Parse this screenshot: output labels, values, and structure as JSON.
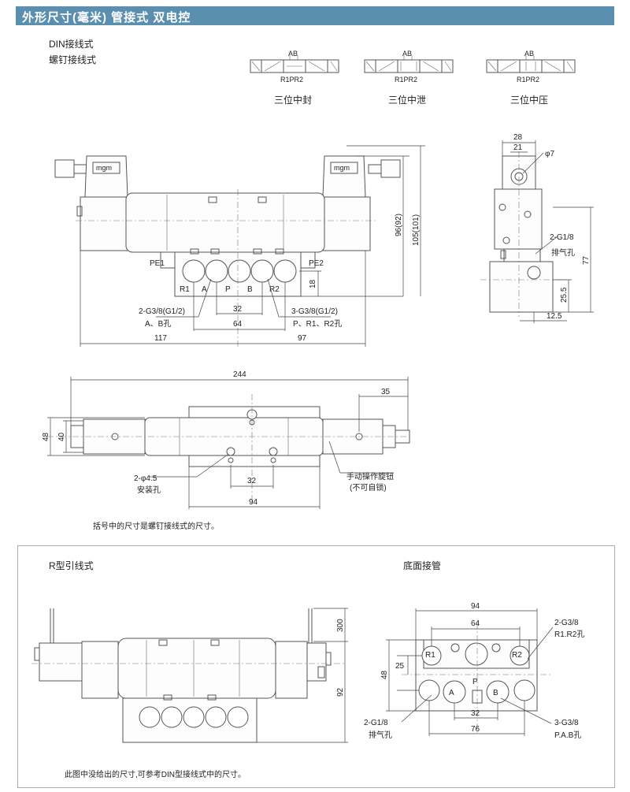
{
  "header": {
    "title": "外形尺寸(毫米)  管接式 双电控"
  },
  "wiring": {
    "din": "DIN接线式",
    "screw": "螺钉接线式"
  },
  "symbols": [
    {
      "top": "AB",
      "bottom": "R1PR2",
      "caption": "三位中封"
    },
    {
      "top": "AB",
      "bottom": "R1PR2",
      "caption": "三位中泄"
    },
    {
      "top": "AB",
      "bottom": "R1PR2",
      "caption": "三位中压"
    }
  ],
  "front": {
    "pe1": "PE1",
    "pe2": "PE2",
    "ports": [
      "R1",
      "A",
      "P",
      "B",
      "R2"
    ],
    "dim_18": "18",
    "dim_96": "96(92)",
    "dim_105": "105(101)",
    "dim_32": "32",
    "dim_64": "64",
    "dim_117": "117",
    "dim_97": "97",
    "note_ab_1": "2-G3/8(G1/2)",
    "note_ab_2": "A、B孔",
    "note_pr_1": "3-G3/8(G1/2)",
    "note_pr_2": "P、R1、R2孔"
  },
  "side": {
    "dim_28": "28",
    "dim_21": "21",
    "dim_phi7": "φ7",
    "note_g18": "2-G1/8",
    "note_exhaust": "排气孔",
    "dim_77": "77",
    "dim_25_5": "25.5",
    "dim_12_5": "12.5"
  },
  "top": {
    "dim_244": "244",
    "dim_35": "35",
    "dim_48": "48",
    "dim_40": "40",
    "note_mount_1": "2-φ4.5",
    "note_mount_2": "安装孔",
    "dim_32": "32",
    "dim_94": "94",
    "note_manual_1": "手动操作旋钮",
    "note_manual_2": "(不可自锁)"
  },
  "note_screw": "括号中的尺寸是螺钉接线式的尺寸。",
  "r_type": {
    "title": "R型引线式",
    "dim_300": "300",
    "dim_92": "92",
    "note": "此图中没给出的尺寸,可参考DIN型接线式中的尺寸。"
  },
  "bottom_piping": {
    "title": "底面接管",
    "dim_94": "94",
    "dim_64": "64",
    "dim_25": "25",
    "dim_48": "48",
    "dim_32": "32",
    "dim_76": "76",
    "ports": [
      "R1",
      "P",
      "R2",
      "A",
      "B"
    ],
    "note_r_1": "2-G3/8",
    "note_r_2": "R1.R2孔",
    "note_ex_1": "2-G1/8",
    "note_ex_2": "排气孔",
    "note_pab_1": "3-G3/8",
    "note_pab_2": "P.A.B孔"
  }
}
